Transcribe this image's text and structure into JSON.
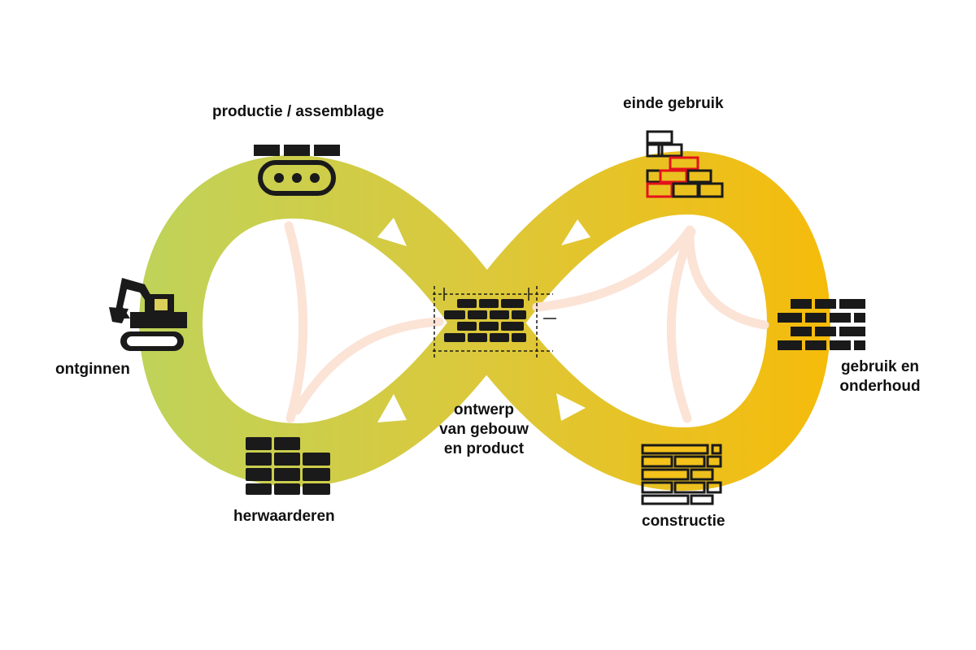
{
  "diagram": {
    "stages": {
      "extraction": "ontginnen",
      "production": "productie / assemblage",
      "end_of_use": "einde gebruik",
      "use_maintenance_line1": "gebruik en",
      "use_maintenance_line2": "onderhoud",
      "construction": "constructie",
      "revalorisation": "herwaarderen",
      "design_line1": "ontwerp",
      "design_line2": "van gebouw",
      "design_line3": "en product"
    },
    "colors": {
      "gradient_left": "#bfd35a",
      "gradient_mid": "#dcc83a",
      "gradient_right": "#f6bb0a",
      "inner_paths": "#fbe3d6",
      "arrows": "#ffffff",
      "icon": "#1a1a1a",
      "highlight_red": "#e3121b",
      "highlight_yellow": "#f4c21a"
    },
    "icons": {
      "extraction": "excavator-icon",
      "production": "conveyor-bricks-icon",
      "end_of_use": "deconstructed-wall-icon",
      "use_maintenance": "brick-wall-icon",
      "construction": "wall-under-construction-icon",
      "revalorisation": "stacked-bricks-icon",
      "design": "wall-blueprint-icon"
    }
  }
}
